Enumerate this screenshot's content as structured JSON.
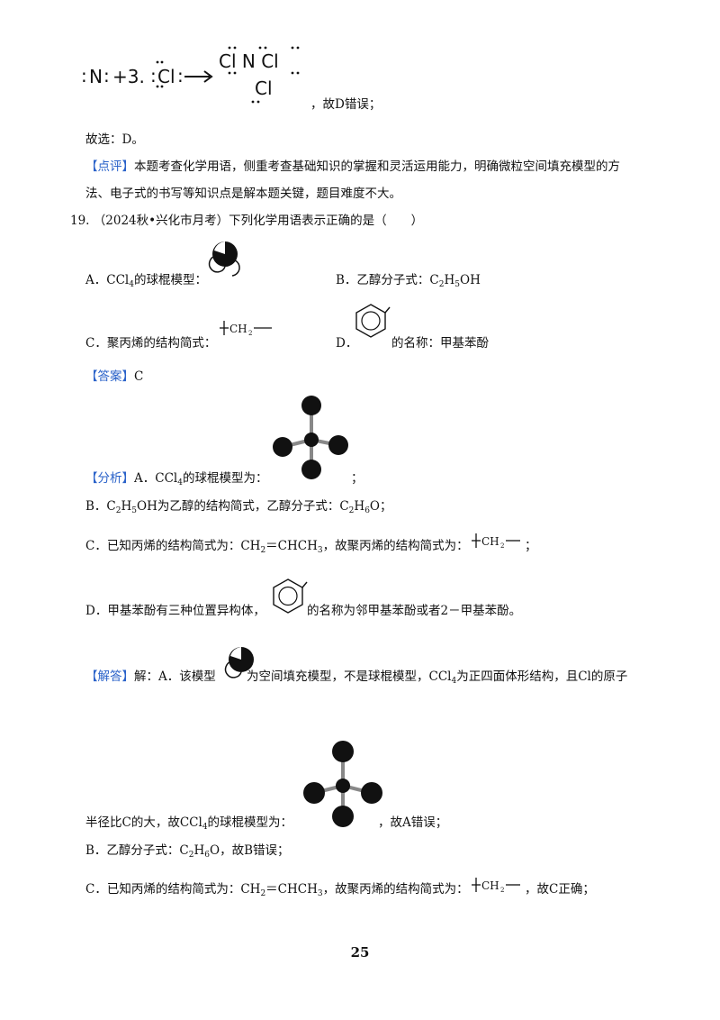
{
  "top_equation": {
    "n_atom": "N",
    "plus_three": "+3.",
    "cl_atom": "Cl",
    "product_top": "Cl N Cl",
    "product_bottom": "Cl"
  },
  "d_wrong_tail": "，故D错误；",
  "choose_answer": "故选：D。",
  "review": {
    "tag": "【点评】",
    "text1": "本题考查化学用语，侧重考查基础知识的掌握和灵活运用能力，明确微粒空间填充模型的方",
    "text2": "法、电子式的书写等知识点是解本题关键，题目难度不大。"
  },
  "question": {
    "number": "19.",
    "source": "（2024秋•兴化市月考）",
    "stem": "下列化学用语表示正确的是（　　）"
  },
  "options": {
    "a_prefix": "A．CCl",
    "a_sub": "4",
    "a_suffix": "的球棍模型：",
    "b_prefix": "B．乙醇分子式：C",
    "b_sub1": "2",
    "b_mid": "H",
    "b_sub2": "5",
    "b_suffix": "OH",
    "c_text": "C．聚丙烯的结构简式：",
    "d_prefix": "D．",
    "d_suffix": "的名称：甲基苯酚"
  },
  "polymer": {
    "unit": "CH",
    "sub": "2"
  },
  "answer": {
    "tag": "【答案】",
    "value": "C"
  },
  "analysis": {
    "tag": "【分析】",
    "a_prefix": "A．CCl",
    "a_sub": "4",
    "a_suffix": "的球棍模型为：",
    "a_end": "；",
    "b_line": [
      "B．C",
      "2",
      "H",
      "5",
      "OH为乙醇的结构简式，乙醇分子式：C",
      "2",
      "H",
      "6",
      "O；"
    ],
    "c_prefix": "C．已知丙烯的结构简式为：CH",
    "c_sub": "2",
    "c_mid": "＝CHCH",
    "c_sub2": "3",
    "c_suffix": "，故聚丙烯的结构简式为：",
    "c_end": "；",
    "d_prefix": "D．甲基苯酚有三种位置异构体，",
    "d_suffix": "的名称为邻甲基苯酚或者2－甲基苯酚。"
  },
  "solution": {
    "tag": "【解答】",
    "intro": "解：A．该模型",
    "after_model": "为空间填充模型，不是球棍模型，CCl",
    "sub4": "4",
    "tail": "为正四面体形结构，且Cl的原子",
    "radius_prefix": "半径比C的大，故CCl",
    "radius_sub": "4",
    "radius_mid": "的球棍模型为：",
    "a_wrong": "，故A错误；",
    "b_line": [
      "B．乙醇分子式：C",
      "2",
      "H",
      "6",
      "O，故B错误；"
    ],
    "c_prefix": "C．已知丙烯的结构简式为：CH",
    "c_sub": "2",
    "c_mid": "＝CHCH",
    "c_sub2": "3",
    "c_suffix": "，故聚丙烯的结构简式为：",
    "c_end": "，故C正确；"
  },
  "page_number": "25"
}
